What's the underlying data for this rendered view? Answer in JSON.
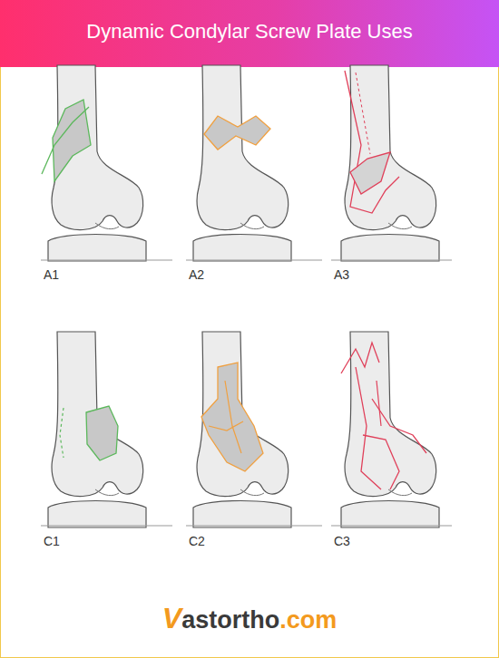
{
  "diagram": {
    "title": "Dynamic Condylar Screw Plate Uses",
    "labels": [
      "A1",
      "A2",
      "A3",
      "C1",
      "C2",
      "C3",
      "Vastortho",
      ".com"
    ]
  }
}
